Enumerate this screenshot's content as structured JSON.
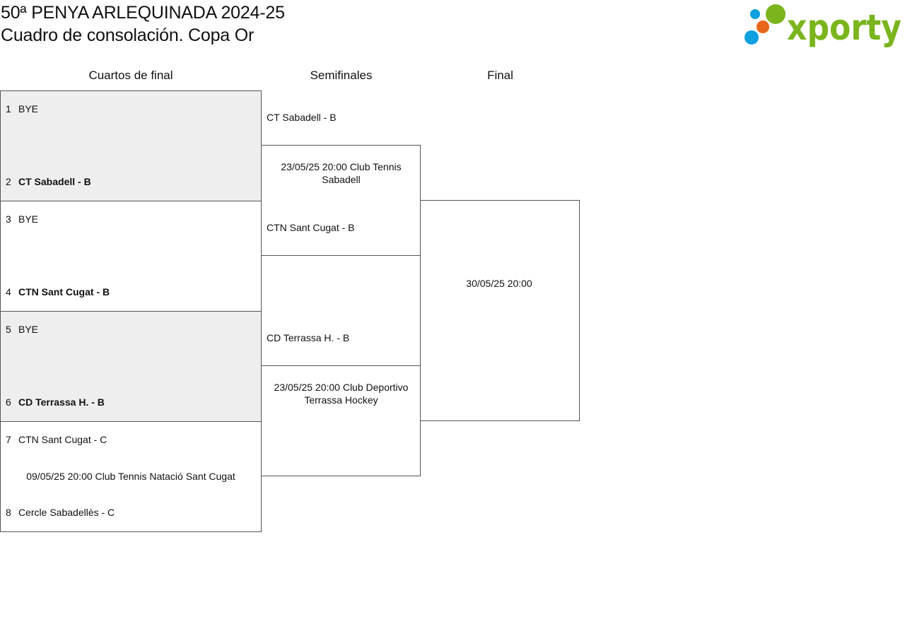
{
  "header": {
    "title": "50ª PENYA ARLEQUINADA 2024-25",
    "subtitle": "Cuadro de consolación. Copa Or",
    "logo_text": "xporty",
    "logo_colors": {
      "green": "#7ab51d",
      "blue": "#0fa0e0",
      "orange": "#e8661a"
    }
  },
  "rounds": [
    "Cuartos de final",
    "Semifinales",
    "Final"
  ],
  "quarterfinals": [
    {
      "top": {
        "seed": "1",
        "name": "BYE",
        "bold": false
      },
      "bottom": {
        "seed": "2",
        "name": "CT Sabadell - B",
        "bold": true
      },
      "info": ""
    },
    {
      "top": {
        "seed": "3",
        "name": "BYE",
        "bold": false
      },
      "bottom": {
        "seed": "4",
        "name": "CTN Sant Cugat - B",
        "bold": true
      },
      "info": ""
    },
    {
      "top": {
        "seed": "5",
        "name": "BYE",
        "bold": false
      },
      "bottom": {
        "seed": "6",
        "name": "CD Terrassa H. - B",
        "bold": true
      },
      "info": ""
    },
    {
      "top": {
        "seed": "7",
        "name": "CTN Sant Cugat - C",
        "bold": false
      },
      "bottom": {
        "seed": "8",
        "name": "Cercle Sabadellès - C",
        "bold": false
      },
      "info": "09/05/25 20:00 Club Tennis Natació Sant Cugat"
    }
  ],
  "semifinals": [
    {
      "top": "CT Sabadell - B",
      "bottom": "CTN Sant Cugat - B",
      "info": "23/05/25 20:00 Club Tennis Sabadell"
    },
    {
      "top": "CD Terrassa H. - B",
      "bottom": "",
      "info": "23/05/25 20:00 Club Deportivo Terrassa Hockey"
    }
  ],
  "final": {
    "info": "30/05/25 20:00"
  }
}
